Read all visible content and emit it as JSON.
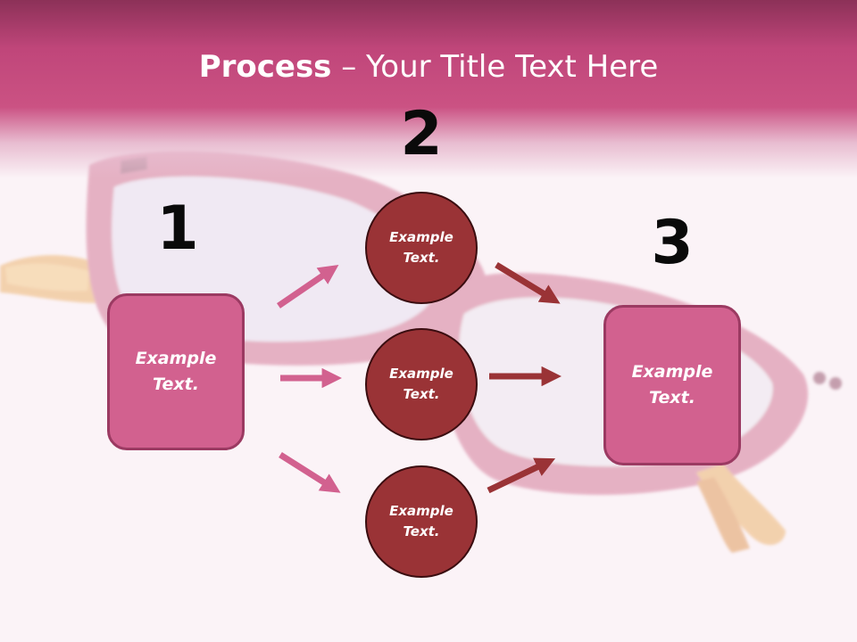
{
  "title": {
    "bold": "Process",
    "rest": " – Your Title Text Here"
  },
  "steps": [
    {
      "number": "1",
      "box_text": "Example\nText."
    },
    {
      "number": "2",
      "circles": [
        "Example\nText.",
        "Example\nText.",
        "Example\nText."
      ]
    },
    {
      "number": "3",
      "box_text": "Example\nText."
    }
  ],
  "colors": {
    "header": "#c0467a",
    "box_fill": "#d2618f",
    "circle_fill": "#9a3336",
    "pink_arrow": "#d2618f",
    "dark_arrow": "#9a3336",
    "glasses_frame": "#c9587e",
    "glasses_temple": "#e8a34a"
  },
  "background_image": "pink-cat-eye-glasses"
}
